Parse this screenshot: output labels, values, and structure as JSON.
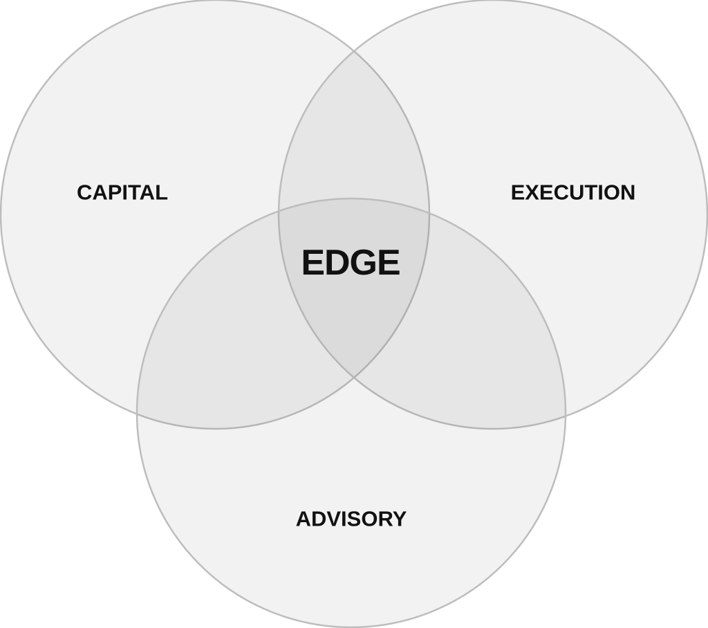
{
  "diagram": {
    "type": "venn",
    "colors": {
      "background": "#ffffff",
      "circle_stroke": "#bdbdbd",
      "text": "#111111"
    },
    "sets": [
      {
        "id": "capital",
        "label": "CAPITAL"
      },
      {
        "id": "execution",
        "label": "EXECUTION"
      },
      {
        "id": "advisory",
        "label": "ADVISORY"
      }
    ],
    "intersection_label": "EDGE"
  }
}
